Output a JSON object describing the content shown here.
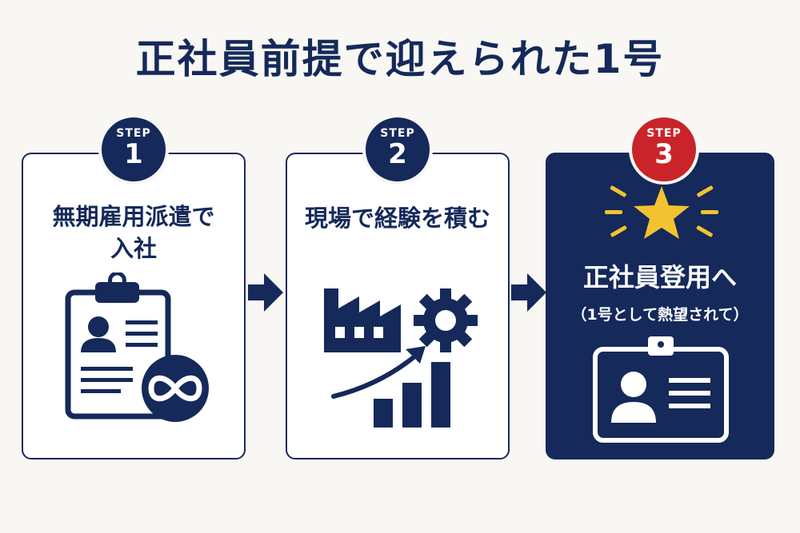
{
  "title": "正社員前提で迎えられた1号",
  "steps": [
    {
      "label": "STEP",
      "number": "1",
      "line1": "無期雇用派遣で",
      "line2": "入社"
    },
    {
      "label": "STEP",
      "number": "2",
      "line1": "現場で経験を積む"
    },
    {
      "label": "STEP",
      "number": "3",
      "line1": "正社員登用へ",
      "sub": "（1号として熱望されて）"
    }
  ],
  "colors": {
    "navy": "#15295a",
    "red": "#c9242a",
    "star": "#f2c230",
    "background": "#f8f7f3"
  }
}
